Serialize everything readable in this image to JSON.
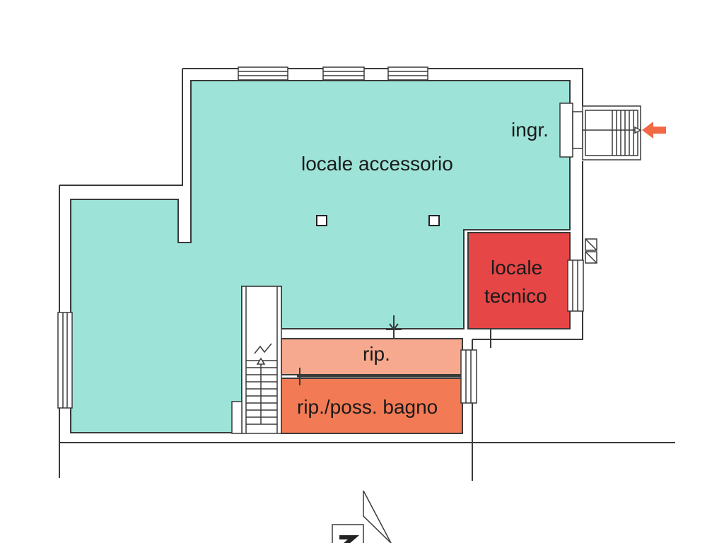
{
  "floor_plan": {
    "rooms": [
      {
        "id": "locale-accessorio",
        "label": "locale accessorio",
        "fill": "#9de3d8"
      },
      {
        "id": "locale-tecnico",
        "label_lines": [
          "locale",
          "tecnico"
        ],
        "fill": "#e64646"
      },
      {
        "id": "rip",
        "label": "rip.",
        "fill": "#f6a98e"
      },
      {
        "id": "rip-poss-bagno",
        "label": "rip./poss. bagno",
        "fill": "#f27a55"
      }
    ],
    "entrance": {
      "label": "ingr.",
      "arrow_color": "#f26a45"
    },
    "wall_color": "#3a3a3a"
  }
}
